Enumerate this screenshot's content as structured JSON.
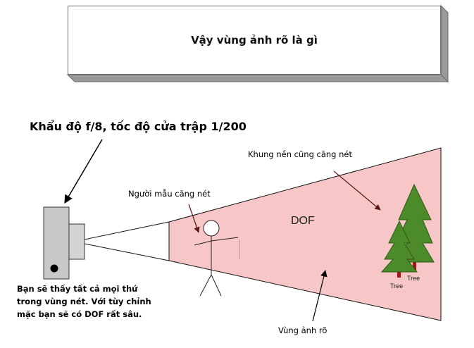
{
  "title": "Vậy vùng ảnh rõ là gì",
  "labels": {
    "aperture_shutter": "Khẩu độ f/8, tốc độ cửa trập 1/200",
    "background_sharp": "Khung nền cũng căng nét",
    "subject_sharp": "Người mẫu căng nét",
    "dof": "DOF",
    "sharp_zone": "Vùng ảnh rõ",
    "tree_1": "Tree",
    "tree_2": "Tree",
    "note_lines": [
      "Bạn sẽ thấy tất cả mọi thứ",
      "trong vùng nét. Với tùy chỉnh",
      "mặc bạn sẽ có DOF rất sâu."
    ]
  },
  "colors": {
    "dof_fill": "#f7c6c6",
    "tree_green": "#4c8a2a",
    "trunk": "#a01818",
    "camera_body": "#c8c8c8",
    "arrow": "#5a1414"
  }
}
